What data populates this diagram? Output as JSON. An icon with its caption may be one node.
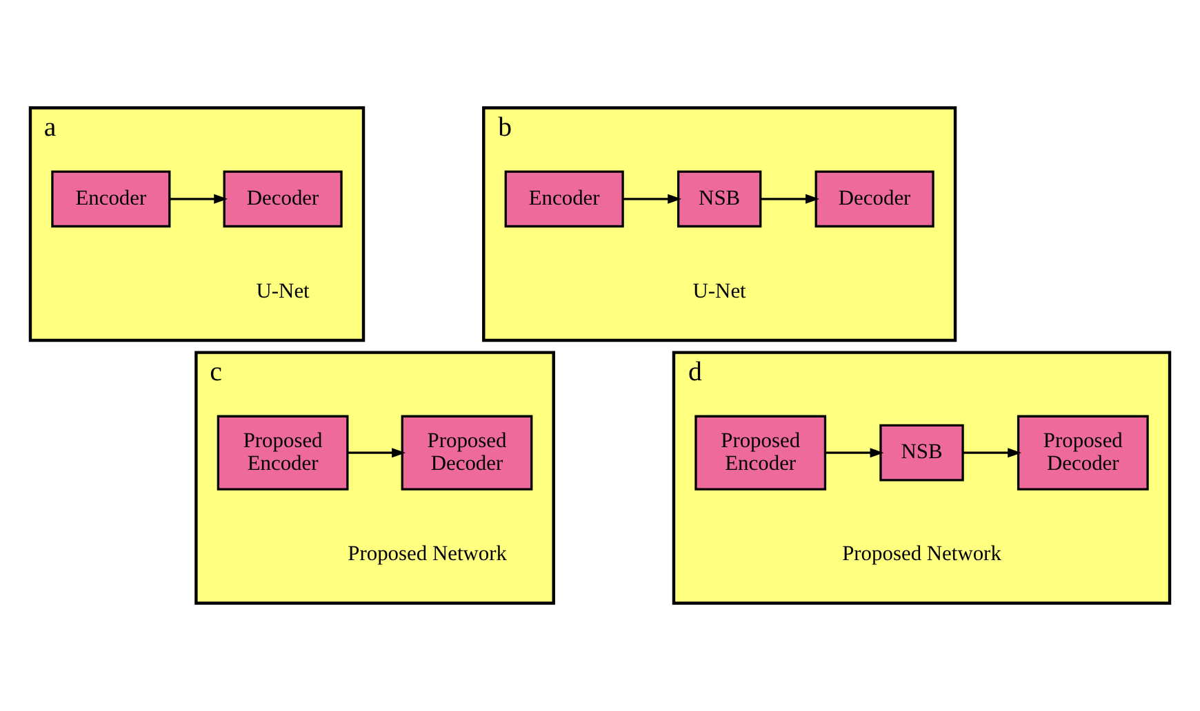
{
  "diagram": {
    "nodes": [
      {
        "text": [
          "a",
          "U-Net"
        ]
      },
      {
        "text": [
          "Encoder"
        ],
        "in": 0
      },
      {
        "text": [
          "Decoder"
        ],
        "in": 0
      },
      {
        "text": [
          "b",
          "U-Net"
        ]
      },
      {
        "text": [
          "Encoder"
        ],
        "in": 3
      },
      {
        "text": [
          "NSB"
        ],
        "in": 3
      },
      {
        "text": [
          "Decoder"
        ],
        "in": 3
      },
      {
        "text": [
          "c",
          "Proposed Network"
        ]
      },
      {
        "text": [
          "Proposed Encoder"
        ],
        "in": 7
      },
      {
        "text": [
          "Proposed Decoder"
        ],
        "in": 7
      },
      {
        "text": [
          "d",
          "Proposed Network"
        ]
      },
      {
        "text": [
          "Proposed Encoder"
        ],
        "in": 10
      },
      {
        "text": [
          "NSB"
        ],
        "in": 10
      },
      {
        "text": [
          "Proposed Decoder"
        ],
        "in": 10
      }
    ],
    "edges": [
      {
        "from": 1,
        "to": 2,
        "arrow": "to"
      },
      {
        "from": 4,
        "to": 5,
        "arrow": "to"
      },
      {
        "from": 5,
        "to": 6,
        "arrow": "to"
      },
      {
        "from": 8,
        "to": 9,
        "arrow": "to"
      },
      {
        "from": 11,
        "to": 12,
        "arrow": "to"
      },
      {
        "from": 12,
        "to": 13,
        "arrow": "to"
      }
    ]
  }
}
